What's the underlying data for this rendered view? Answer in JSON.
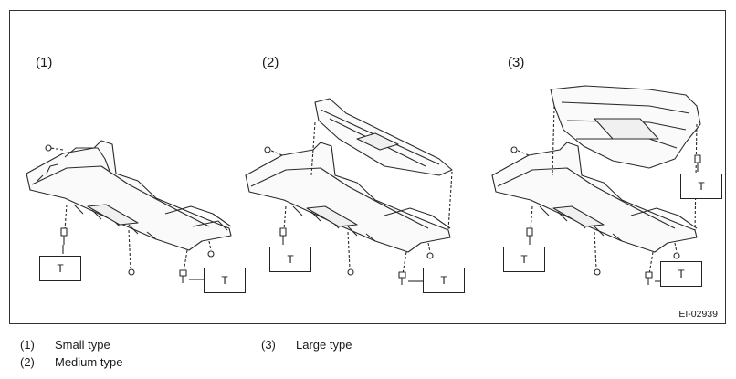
{
  "panels": [
    {
      "number": "(1)"
    },
    {
      "number": "(2)"
    },
    {
      "number": "(3)"
    }
  ],
  "torque_label": "T",
  "figure_code": "EI-02939",
  "legend": [
    {
      "number": "(1)",
      "text": "Small type"
    },
    {
      "number": "(2)",
      "text": "Medium type"
    },
    {
      "number": "(3)",
      "text": "Large type"
    }
  ]
}
